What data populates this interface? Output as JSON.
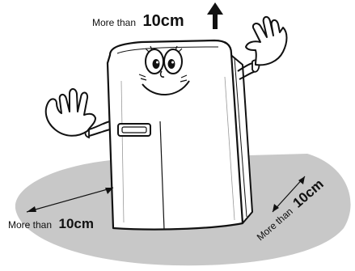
{
  "labels": {
    "top": {
      "prefix": "More than",
      "value": "10cm"
    },
    "left": {
      "prefix": "More than",
      "value": "10cm"
    },
    "right": {
      "prefix": "More than",
      "value": "10cm"
    }
  }
}
